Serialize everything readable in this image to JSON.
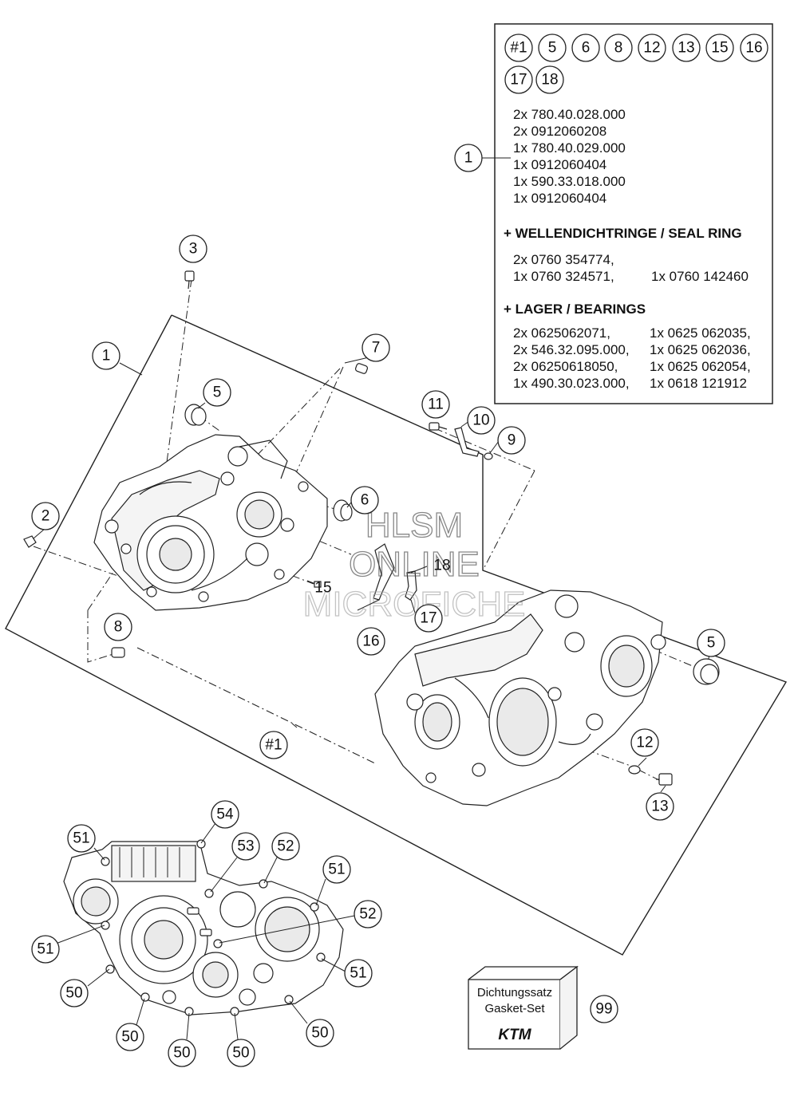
{
  "info_box": {
    "set_markers": [
      "#1",
      "5",
      "6",
      "8",
      "12",
      "13",
      "15",
      "16",
      "17",
      "18"
    ],
    "callout": "1",
    "parts_list": [
      "2x 780.40.028.000",
      "2x 0912060208",
      "1x 780.40.029.000",
      "1x 0912060404",
      "1x 590.33.018.000",
      "1x 0912060404"
    ],
    "seal_heading": "+ WELLENDICHTRINGE /  SEAL RING",
    "seal_rows": [
      [
        "2x 0760 354774,",
        ""
      ],
      [
        "1x 0760 324571,",
        "1x 0760 142460"
      ]
    ],
    "bearing_heading": "+ LAGER / BEARINGS",
    "bearing_rows": [
      [
        "2x 0625062071,",
        "1x 0625 062035,"
      ],
      [
        "2x 546.32.095.000,",
        "1x 0625 062036,"
      ],
      [
        "2x 06250618050,",
        "1x 0625 062054,"
      ],
      [
        "1x 490.30.023.000,",
        "1x 0618 121912"
      ]
    ]
  },
  "callouts": {
    "c3": "3",
    "c1": "1",
    "c7": "7",
    "c5a": "5",
    "c2": "2",
    "c6": "6",
    "c11": "11",
    "c10": "10",
    "c9": "9",
    "c18": "18",
    "c15": "15",
    "c17": "17",
    "c16": "16",
    "c8": "8",
    "c5b": "5",
    "c12": "12",
    "c13": "13",
    "cset": "#1",
    "c54": "54",
    "c51a": "51",
    "c53": "53",
    "c52a": "52",
    "c51b": "51",
    "c52b": "52",
    "c51c": "51",
    "c51d": "51",
    "c50a": "50",
    "c50b": "50",
    "c50c": "50",
    "c50d": "50",
    "c50e": "50",
    "c99": "99"
  },
  "watermark": {
    "line1": "HLSM",
    "line2": "ONLINE",
    "line3": "MICROFICHE"
  },
  "gasket_set": {
    "line1": "Dichtungssatz",
    "line2": "Gasket-Set",
    "logo": "KTM"
  }
}
